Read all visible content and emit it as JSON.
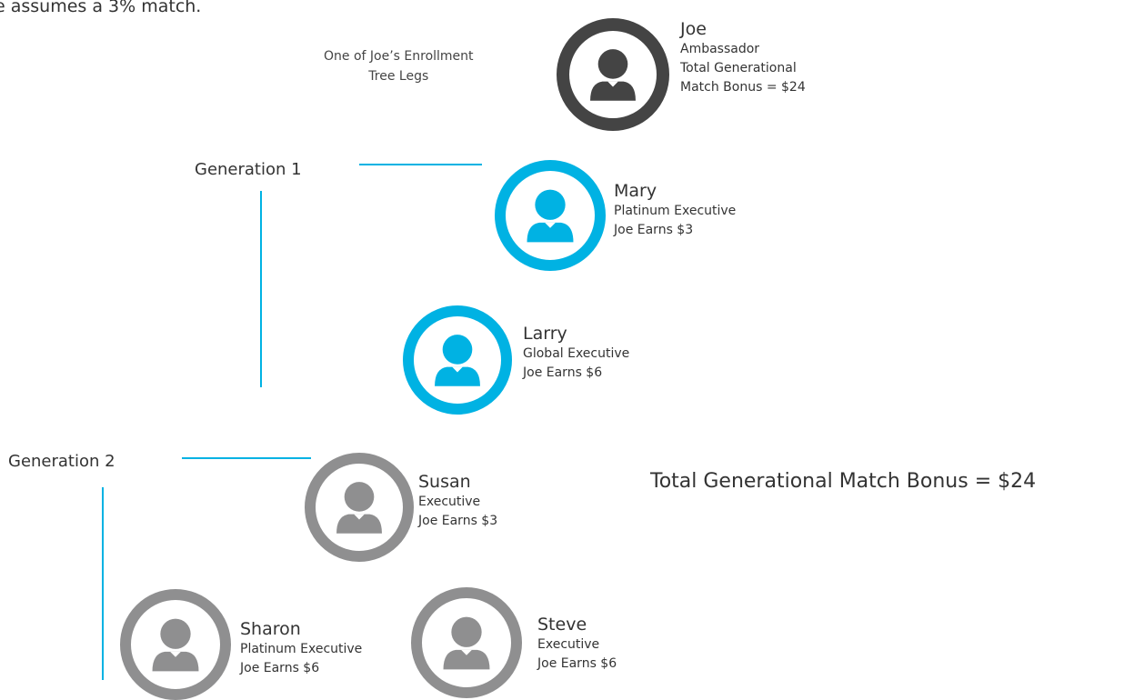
{
  "intro_text": "e assumes a 3% match.",
  "leg_note": {
    "line1": "One of Joe’s Enrollment",
    "line2": "Tree Legs"
  },
  "generation_labels": {
    "gen1": "Generation 1",
    "gen2": "Generation 2"
  },
  "colors": {
    "dark": "#444444",
    "cyan": "#00b2e3",
    "gray": "#8f8f90",
    "line": "#00b2e3"
  },
  "root": {
    "name": "Joe",
    "rank": "Ambassador",
    "bonus_line1": "Total Generational",
    "bonus_line2": "Match Bonus = $24",
    "icon": "person-icon"
  },
  "people": [
    {
      "name": "Mary",
      "rank": "Platinum Executive",
      "earns": "Joe Earns $3",
      "generation": 1,
      "icon": "person-icon"
    },
    {
      "name": "Larry",
      "rank": "Global Executive",
      "earns": "Joe Earns $6",
      "generation": 1,
      "icon": "person-icon"
    },
    {
      "name": "Susan",
      "rank": "Executive",
      "earns": "Joe Earns $3",
      "generation": 2,
      "icon": "person-icon"
    },
    {
      "name": "Sharon",
      "rank": "Platinum Executive",
      "earns": "Joe Earns $6",
      "generation": 2,
      "icon": "person-icon"
    },
    {
      "name": "Steve",
      "rank": "Executive",
      "earns": "Joe Earns $6",
      "generation": 2,
      "icon": "person-icon"
    }
  ],
  "total": "Total Generational Match Bonus = $24"
}
